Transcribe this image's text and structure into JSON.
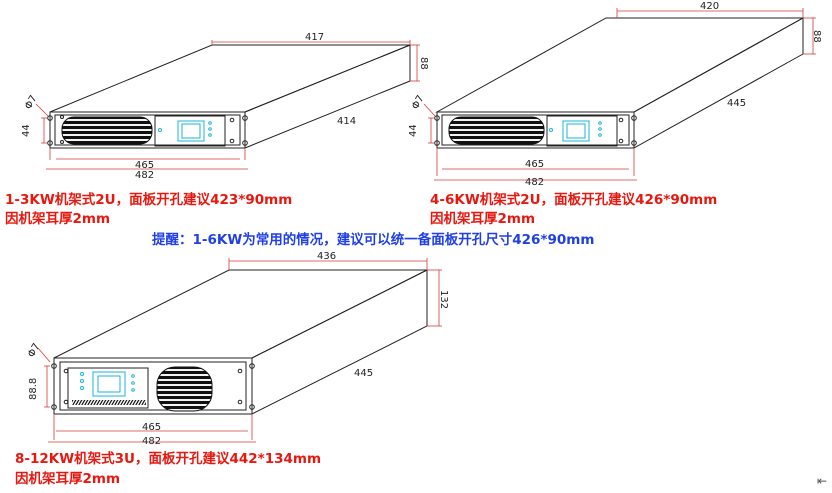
{
  "colors": {
    "outline": "#222222",
    "dimension": "#d83a3a",
    "caption": "#e8170f",
    "note": "#1f3fe8",
    "display": "#19b6d8"
  },
  "unit_a": {
    "dims": {
      "top_depth": "417",
      "side_depth": "414",
      "height": "88",
      "hole": "Φ7",
      "ear_spacing": "44",
      "body_width": "465",
      "overall_width": "482"
    },
    "caption": "1-3KW机架式2U，面板开孔建议423*90mm",
    "caption2": "因机架耳厚2mm"
  },
  "unit_b": {
    "dims": {
      "top_depth": "420",
      "side_depth": "445",
      "height": "88",
      "hole": "Φ7",
      "ear_spacing": "44",
      "body_width": "465",
      "overall_width": "482"
    },
    "caption": "4-6KW机架式2U，面板开孔建议426*90mm",
    "caption2": "因机架耳厚2mm"
  },
  "note": "提醒：1-6KW为常用的情况，建议可以统一备面板开孔尺寸426*90mm",
  "unit_c": {
    "dims": {
      "top_depth": "436",
      "side_depth": "445",
      "height": "132",
      "hole": "Φ7",
      "ear_spacing": "88.8",
      "body_width": "465",
      "overall_width": "482"
    },
    "caption": "8-12KW机架式3U，面板开孔建议442*134mm",
    "caption2": "因机架耳厚2mm"
  },
  "cursor_glyph": "⇤"
}
